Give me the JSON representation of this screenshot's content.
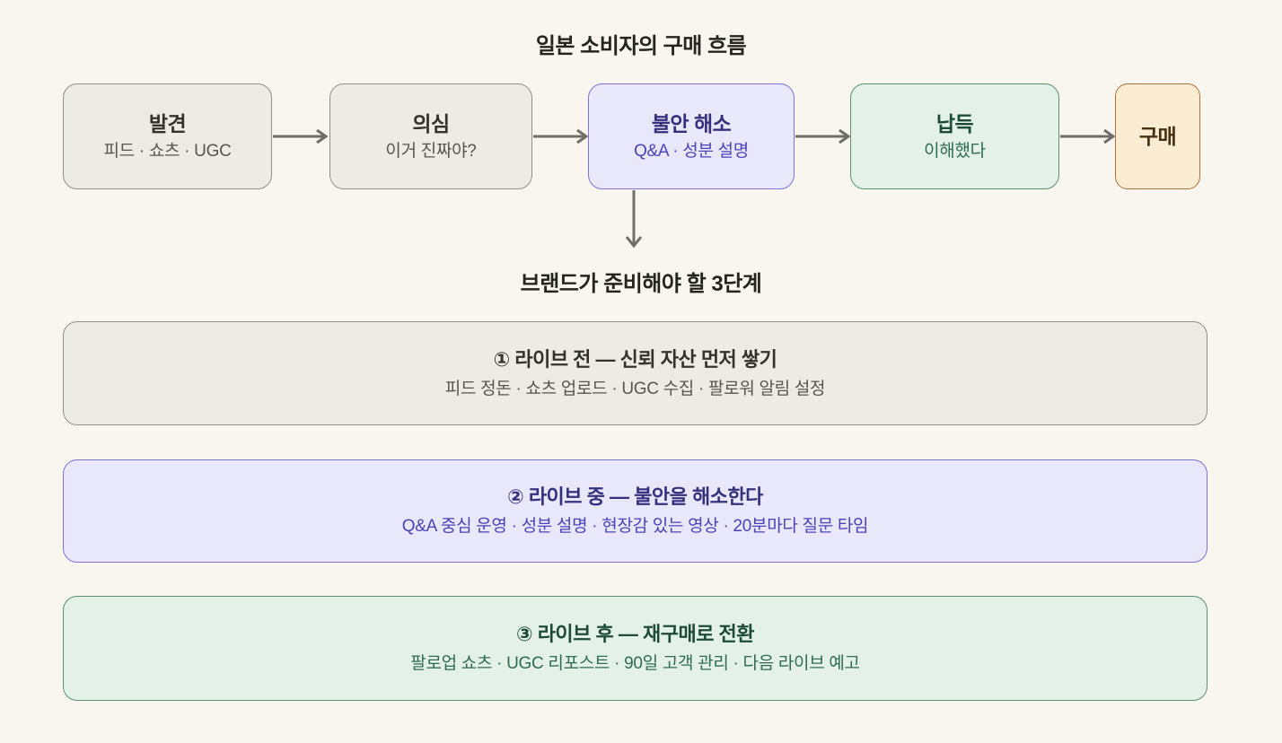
{
  "flow": {
    "title": "일본 소비자의 구매 흐름",
    "steps": [
      {
        "title": "발견",
        "subtitle": "피드 · 쇼츠 · UGC",
        "variant": "gray"
      },
      {
        "title": "의심",
        "subtitle": "이거 진짜야?",
        "variant": "gray"
      },
      {
        "title": "불안 해소",
        "subtitle": "Q&A · 성분 설명",
        "variant": "purple"
      },
      {
        "title": "납득",
        "subtitle": "이해했다",
        "variant": "green"
      },
      {
        "title": "구매",
        "subtitle": "",
        "variant": "orange"
      }
    ]
  },
  "stages": {
    "title": "브랜드가 준비해야 할 3단계",
    "items": [
      {
        "title": "① 라이브 전 — 신뢰 자산 먼저 쌓기",
        "subtitle": "피드 정돈 · 쇼츠 업로드 · UGC 수집 · 팔로워 알림 설정",
        "variant": "gray"
      },
      {
        "title": "② 라이브 중 — 불안을 해소한다",
        "subtitle": "Q&A 중심 운영 · 성분 설명 · 현장감 있는 영상 · 20분마다 질문 타임",
        "variant": "purple"
      },
      {
        "title": "③ 라이브 후 — 재구매로 전환",
        "subtitle": "팔로업 쇼츠 · UGC 리포스트 · 90일 고객 관리 · 다음 라이브 예고",
        "variant": "green"
      }
    ]
  },
  "colors": {
    "background": "#F8F6EF",
    "arrow": "#6E6E67",
    "gray_fill": "#ECEBE4",
    "gray_border": "#90908A",
    "purple_fill": "#E9E8FA",
    "purple_border": "#7C74D9",
    "green_fill": "#E3F1E8",
    "green_border": "#5E8F76",
    "orange_fill": "#FAEBD3",
    "orange_border": "#A9743C"
  }
}
